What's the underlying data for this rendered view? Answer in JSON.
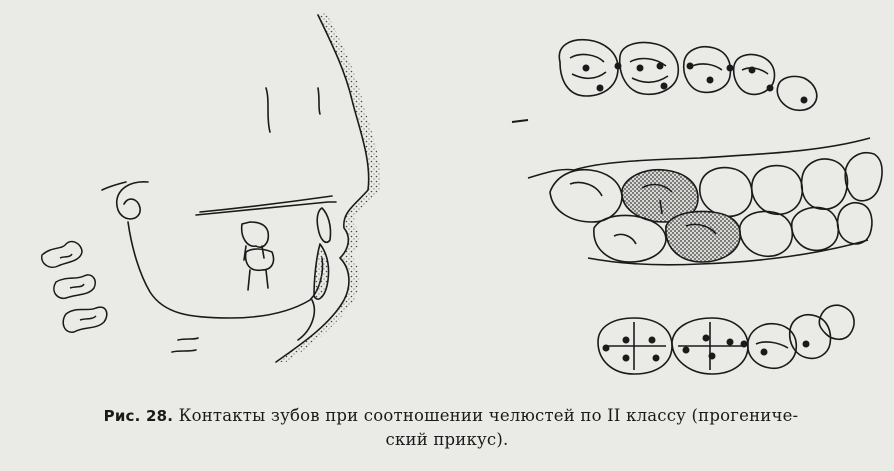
{
  "figure": {
    "label": "Рис. 28.",
    "caption_line1": "Контакты зубов при соотношении челюстей по II классу (прогениче-",
    "caption_line2": "ский прикус).",
    "colors": {
      "ink": "#1a1a1a",
      "paper": "#eaeae7",
      "stipple": "#6b6b6b"
    }
  }
}
